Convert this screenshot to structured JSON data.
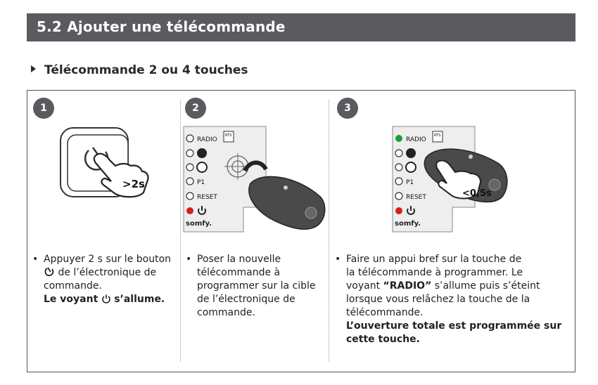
{
  "section": {
    "title": "5.2   Ajouter une télécommande"
  },
  "subheading": "Télécommande 2 ou 4 touches",
  "steps": [
    {
      "number": "1",
      "badge": ">2s",
      "text_a": "Appuyer 2 s sur le bouton",
      "text_b": "de l’électronique de",
      "text_c": "commande.",
      "bold_a": "Le voyant",
      "bold_b": "s’allume."
    },
    {
      "number": "2",
      "lines": [
        "Poser la nouvelle",
        "télécommande à",
        "programmer sur la cible",
        "de l’électronique de",
        "commande."
      ]
    },
    {
      "number": "3",
      "badge": "<0,5s",
      "lines": [
        "Faire un appui bref sur la touche de",
        "la télécommande à programmer. Le"
      ],
      "line3_pre": "voyant ",
      "line3_bold": "“RADIO”",
      "line3_post": " s’allume puis s’éteint",
      "lines2": [
        "lorsque vous relâchez la touche de la",
        "télécommande."
      ],
      "bold_lines": [
        "L’ouverture totale est programmée sur",
        "cette touche."
      ]
    }
  ],
  "board": {
    "labels": [
      "RADIO",
      "P1",
      "RESET"
    ],
    "rts_label": "RTS",
    "brand": "somfy."
  },
  "colors": {
    "header_bar": "#5a5a5f",
    "led_green": "#1e9e3a",
    "led_red": "#d42020",
    "board_bg": "#eeeeee"
  }
}
